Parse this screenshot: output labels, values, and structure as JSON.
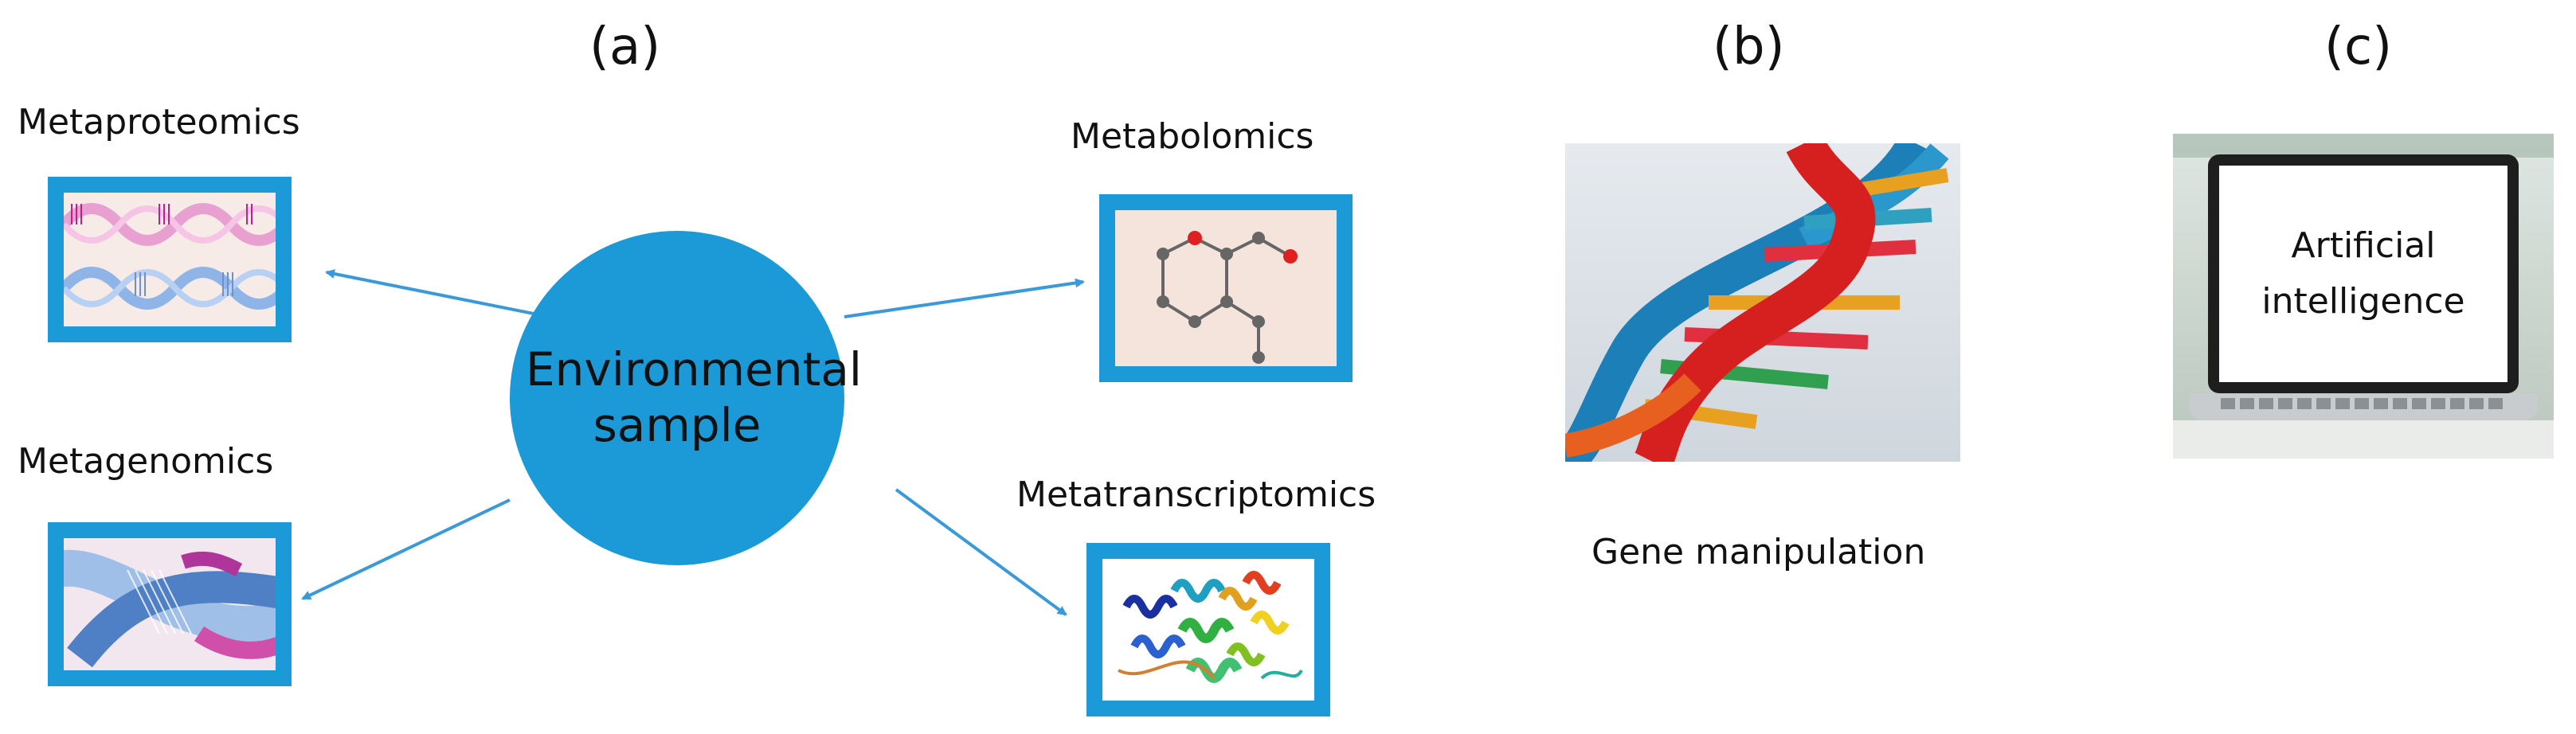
{
  "panels": {
    "a_label": "(a)",
    "b_label": "(b)",
    "c_label": "(c)"
  },
  "center": {
    "line1": "Environmental",
    "line2": "sample"
  },
  "omics": {
    "metaproteomics": "Metaproteomics",
    "metagenomics": "Metagenomics",
    "metabolomics": "Metabolomics",
    "metatranscriptomics": "Metatranscriptomics"
  },
  "gene": {
    "caption": "Gene manipulation"
  },
  "ai": {
    "line1": "Artificial",
    "line2": "intelligence"
  },
  "colors": {
    "frame_blue": "#1b9ad7",
    "arrow_blue": "#3a9ad9",
    "tile_bg": "#f4e4dc"
  }
}
